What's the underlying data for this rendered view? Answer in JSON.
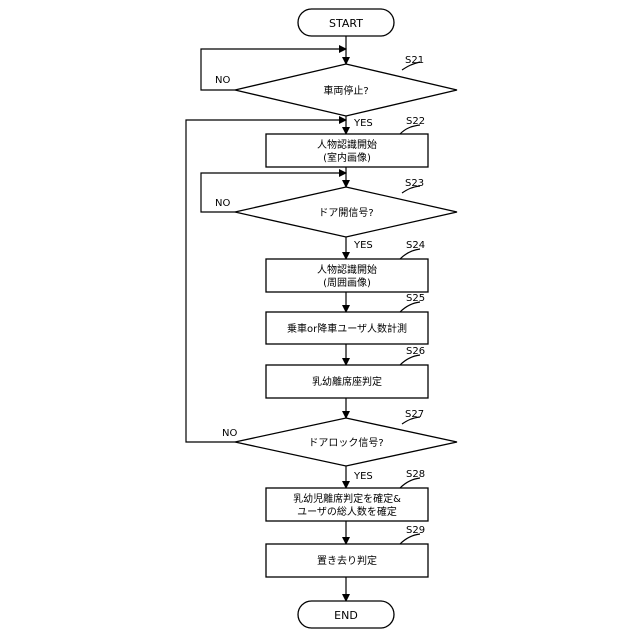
{
  "flowchart": {
    "start_label": "START",
    "end_label": "END",
    "steps": {
      "s21": {
        "id": "S21",
        "text": "車両停止?",
        "yes": "YES",
        "no": "NO"
      },
      "s22": {
        "id": "S22",
        "line1": "人物認識開始",
        "line2": "(室内画像)"
      },
      "s23": {
        "id": "S23",
        "text": "ドア開信号?",
        "yes": "YES",
        "no": "NO"
      },
      "s24": {
        "id": "S24",
        "line1": "人物認識開始",
        "line2": "(周囲画像)"
      },
      "s25": {
        "id": "S25",
        "text": "乗車or降車ユーザ人数計測"
      },
      "s26": {
        "id": "S26",
        "text": "乳幼離席座判定"
      },
      "s27": {
        "id": "S27",
        "text": "ドアロック信号?",
        "yes": "YES",
        "no": "NO"
      },
      "s28": {
        "id": "S28",
        "line1": "乳幼児離席判定を確定&",
        "line2": "ユーザの総人数を確定"
      },
      "s29": {
        "id": "S29",
        "text": "置き去り判定"
      }
    }
  }
}
